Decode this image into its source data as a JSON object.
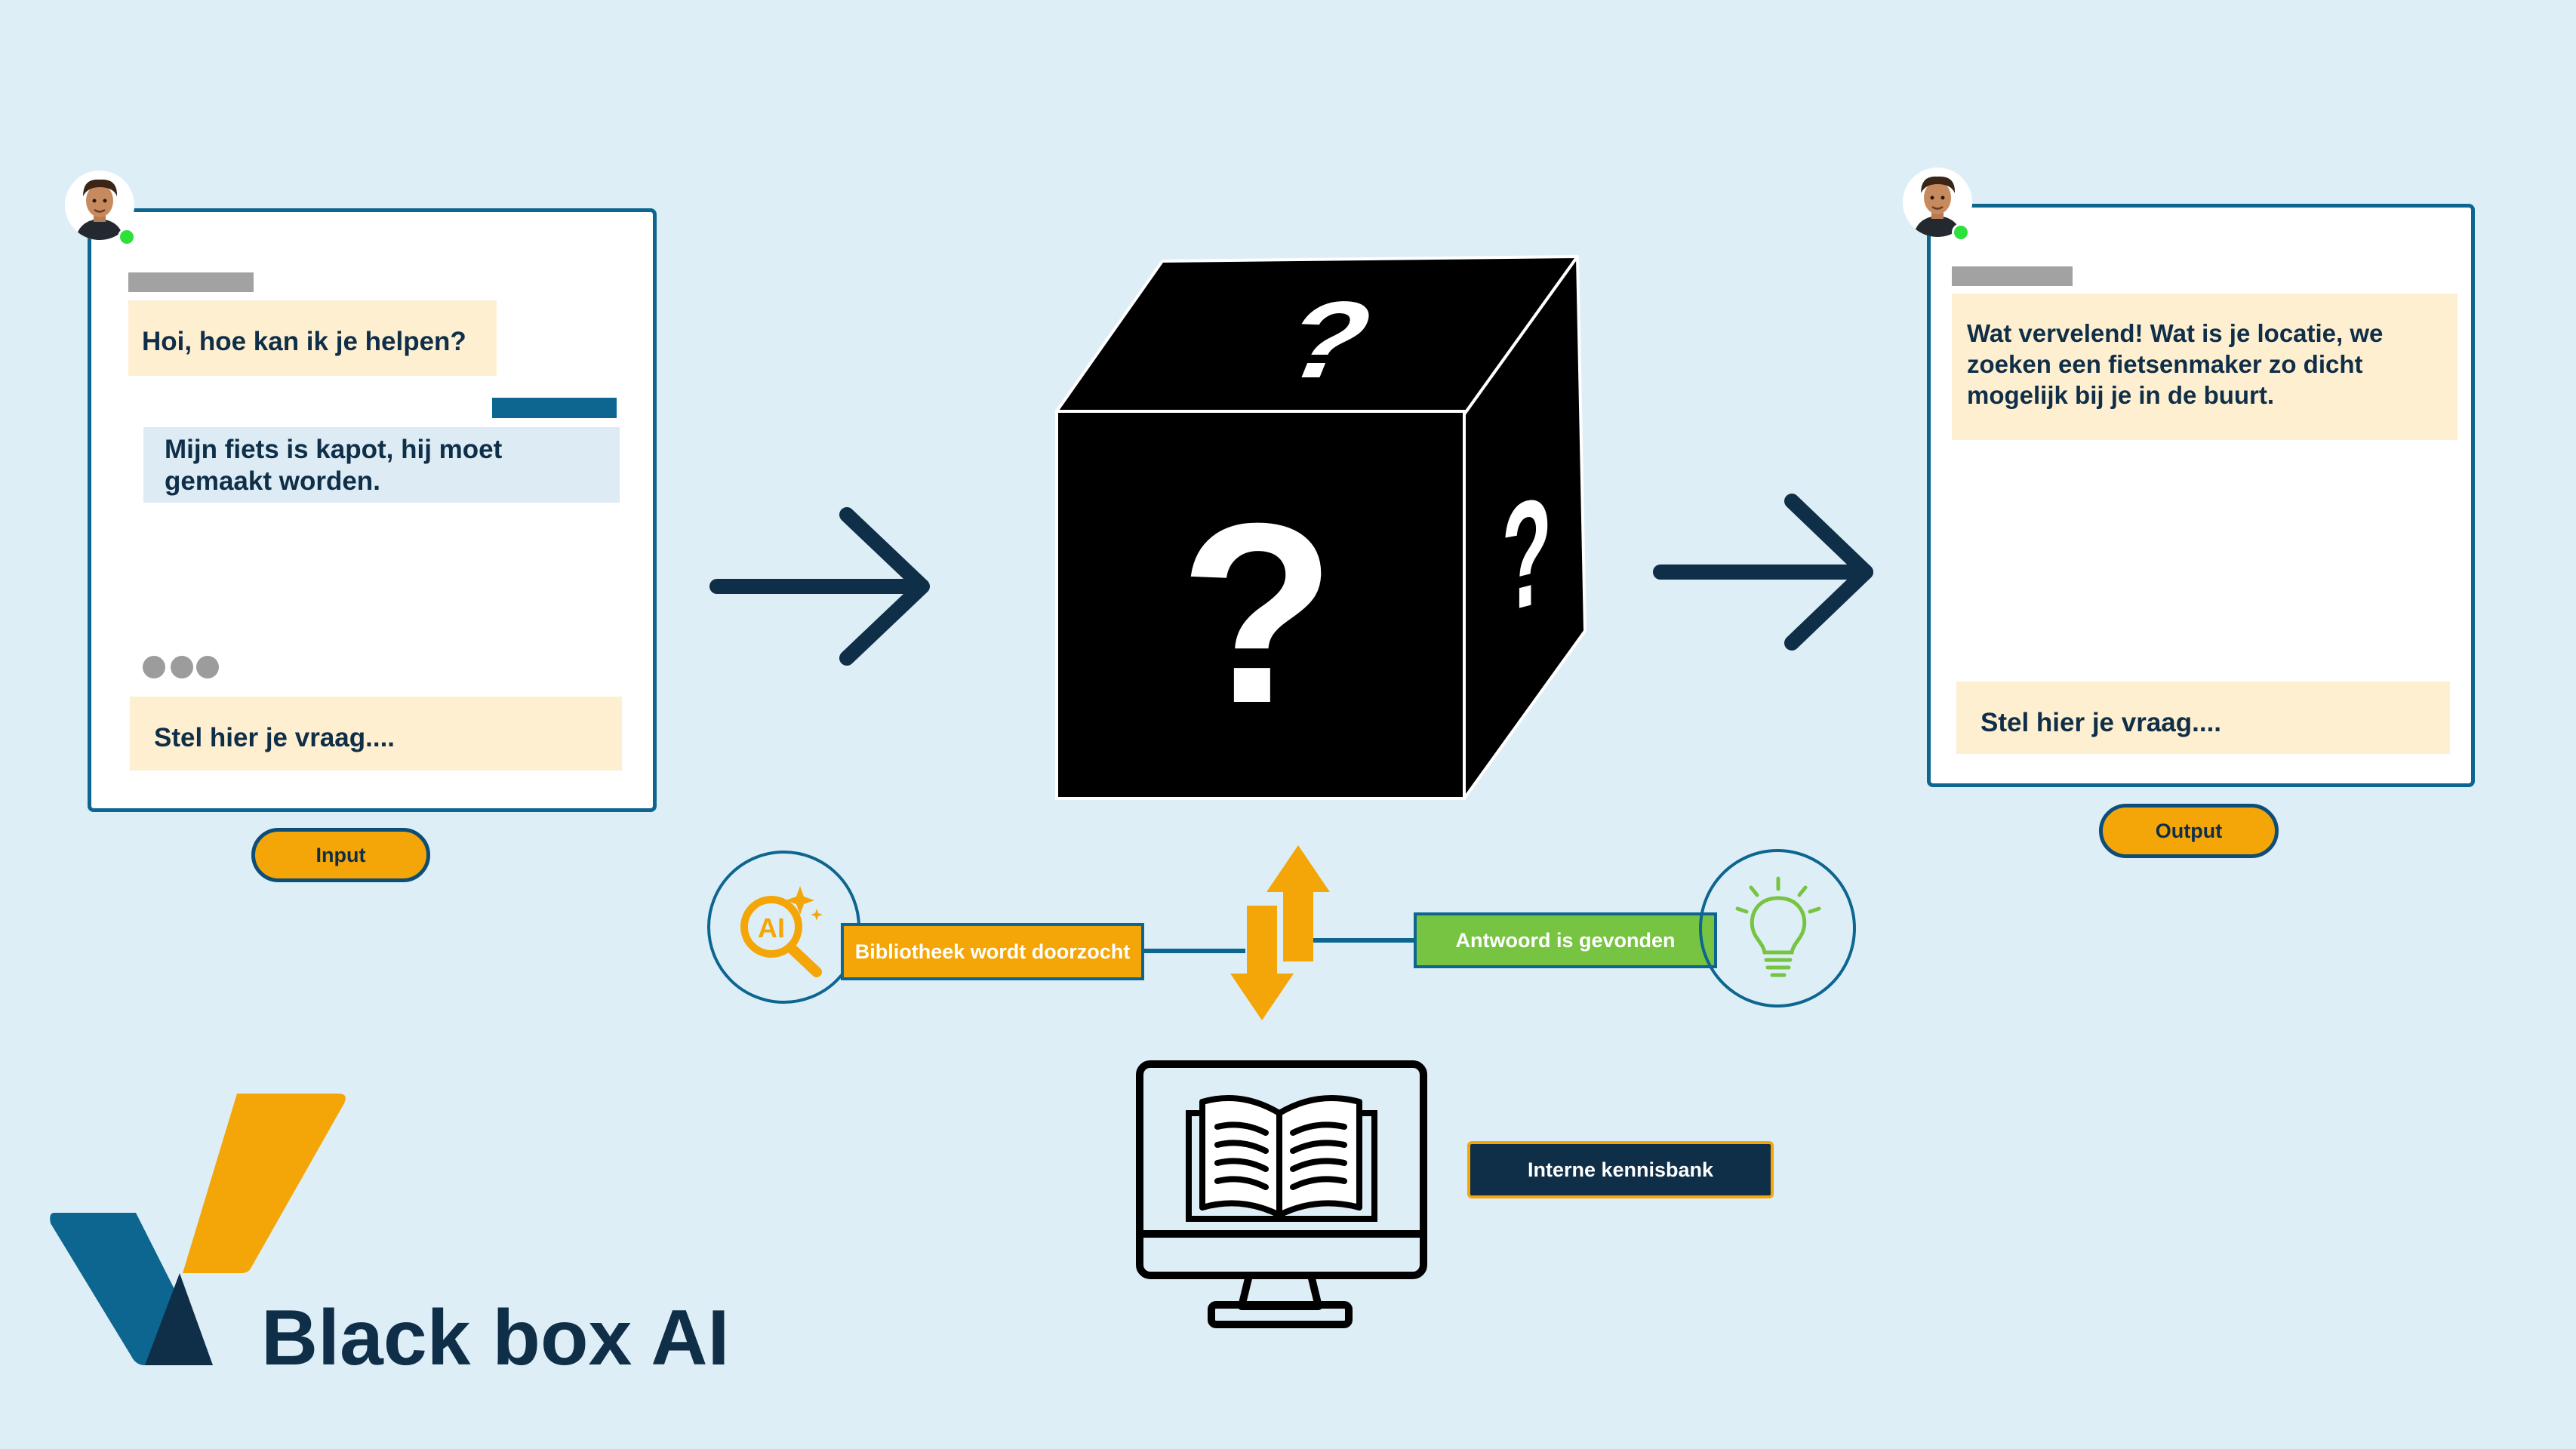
{
  "title": "Black box AI",
  "input_chat": {
    "bot_greeting": "Hoi, hoe kan ik je helpen?",
    "user_message": "Mijn fiets is kapot, hij moet gemaakt worden.",
    "placeholder": "Stel hier je vraag....",
    "label": "Input"
  },
  "output_chat": {
    "bot_reply": "Wat vervelend! Wat is je locatie, we zoeken een fietsenmaker zo dicht mogelijk bij je in de buurt.",
    "placeholder": "Stel hier je vraag....",
    "label": "Output"
  },
  "process": {
    "search_label": "Bibliotheek wordt doorzocht",
    "answer_label": "Antwoord is gevonden",
    "search_icon_text": "AI",
    "knowledge_base_label": "Interne kennisbank"
  },
  "black_box": {
    "symbol": "?"
  },
  "colors": {
    "background": "#deeef7",
    "brand_blue": "#0c6690",
    "navy": "#0f2e48",
    "orange": "#f4a608",
    "green": "#76c442",
    "cream": "#feefd1"
  }
}
